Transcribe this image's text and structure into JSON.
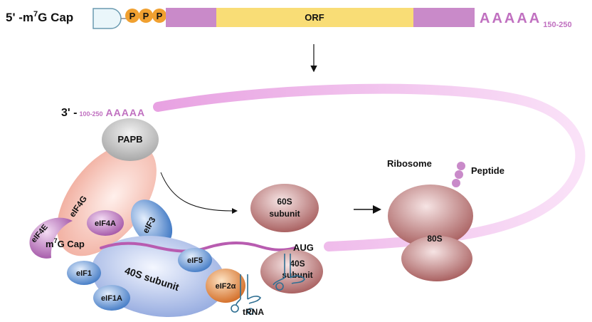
{
  "mrna": {
    "cap_label_prefix": "5' -m",
    "cap_label_sup": "7",
    "cap_label_suffix": "G Cap",
    "phosphate_label": "P",
    "orf_label": "ORF",
    "polya_label": "AAAAA",
    "polya_length": "150-250"
  },
  "loop": {
    "end_label": "3' -",
    "polya_length": "100-250",
    "polya_label": "AAAAA"
  },
  "factors": {
    "papb": "PAPB",
    "eif4g": "eIF4G",
    "eif4e": "eIF4E",
    "eif4a": "eIF4A",
    "eif3": "eIF3",
    "cap_prefix": "m",
    "cap_sup": "7",
    "cap_suffix": "G Cap",
    "eif1": "eIF1",
    "eif1a": "eIF1A",
    "eif5": "eIF5",
    "eif2a": "eIF2α",
    "small_subunit": "40S subunit",
    "trna": "tRNA"
  },
  "assembly": {
    "large_subunit_line1": "60S",
    "large_subunit_line2": "subunit",
    "start_codon": "AUG",
    "small_subunit_line1": "40S",
    "small_subunit_line2": "subunit"
  },
  "ribosome": {
    "label": "Ribosome",
    "peptide": "Peptide",
    "full": "80S"
  },
  "colors": {
    "utr": "#c98ac9",
    "orf": "#f9dd76",
    "phosphate": "#f0a030",
    "polya_text": "#c070c0",
    "loop": "#f4c6f0",
    "papb": "#c8c8c8",
    "eif4g": "#f7c2b8",
    "eif4e": "#b870b8",
    "eif_blue": "#6ea4dc",
    "subunit_blue": "#a9bde8",
    "eif2a": "#e8924a",
    "ribosome": "#bf8282",
    "mrna_strand": "#b85cb0"
  }
}
